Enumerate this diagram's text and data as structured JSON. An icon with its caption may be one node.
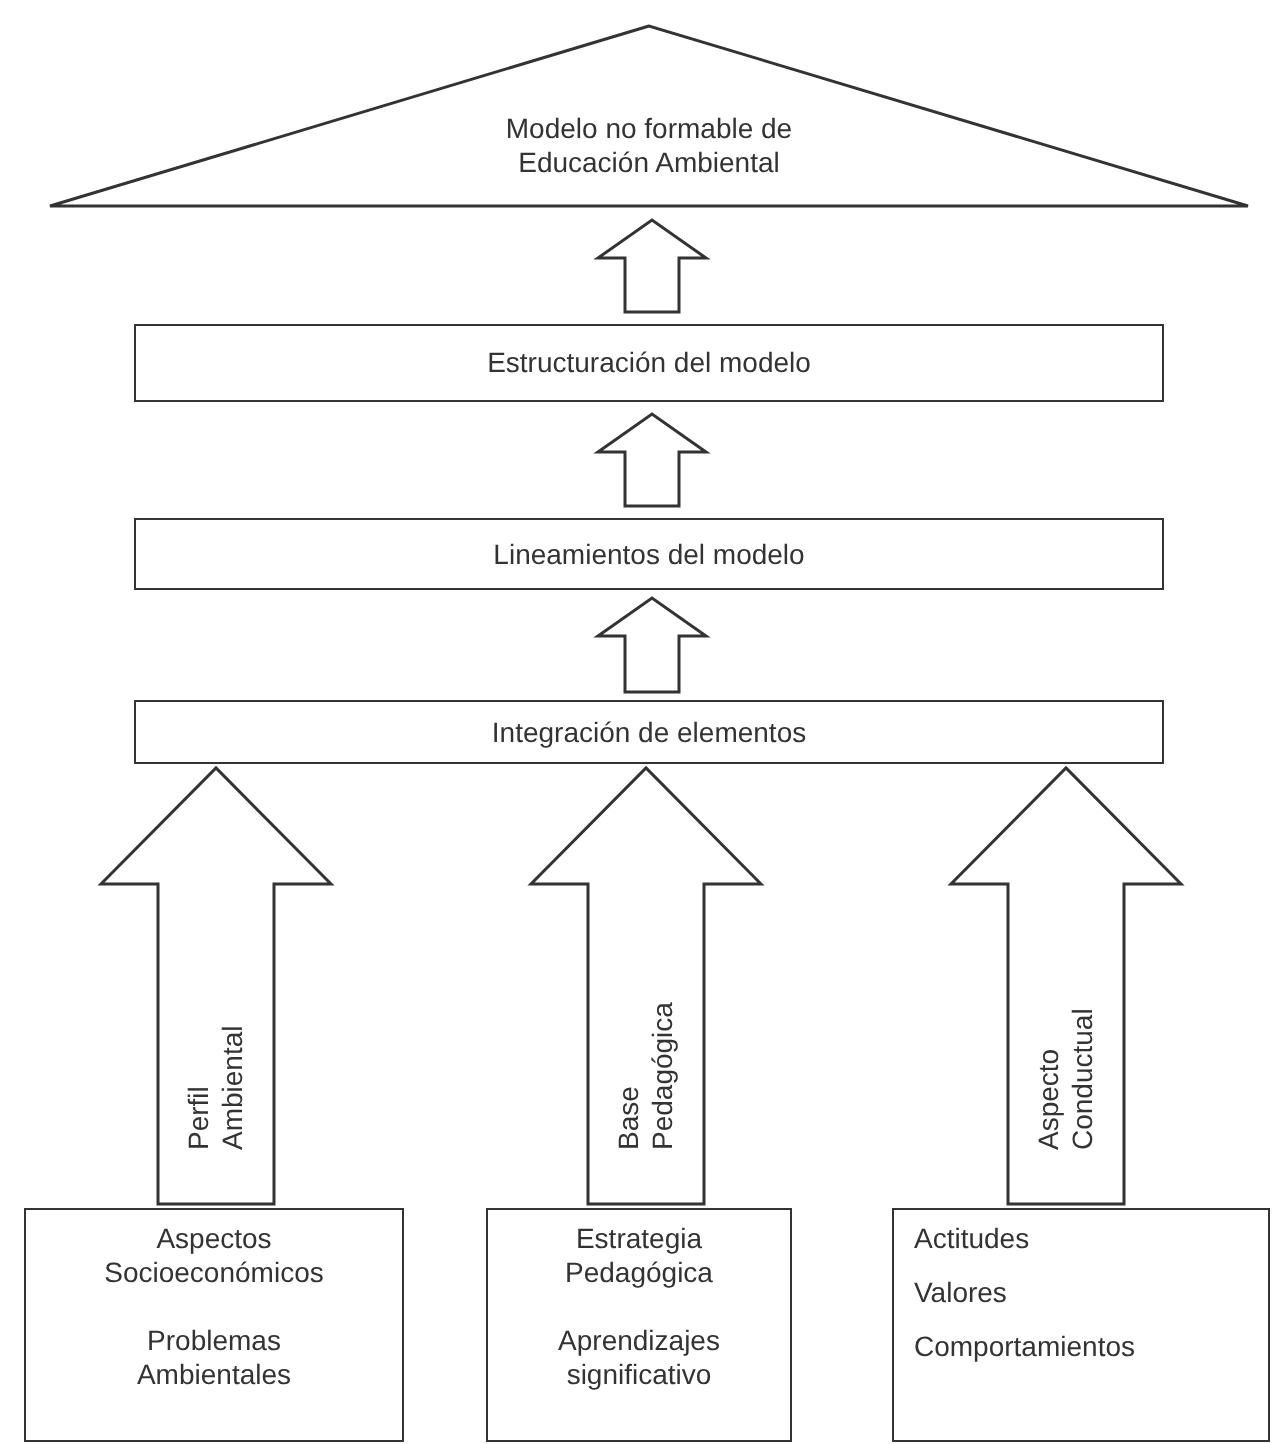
{
  "diagram": {
    "nodes": [
      {
        "text": [
          "Modelo no formable de Educación Ambiental"
        ]
      },
      {
        "text": [
          "Estructuración del modelo"
        ]
      },
      {
        "text": [
          "Lineamientos del modelo"
        ]
      },
      {
        "text": [
          "Integración de elementos"
        ]
      },
      {
        "text": [
          "Aspectos Socioeconómicos",
          "Problemas Ambientales"
        ]
      },
      {
        "text": [
          "Estrategia Pedagógica",
          "Aprendizajes significativo"
        ]
      },
      {
        "text": [
          "Actitudes",
          "Valores",
          "Comportamientos"
        ]
      }
    ],
    "edges": [
      {
        "from": 1,
        "to": 0,
        "arrow": "to"
      },
      {
        "from": 2,
        "to": 1,
        "arrow": "to"
      },
      {
        "from": 3,
        "to": 2,
        "arrow": "to"
      },
      {
        "from": 4,
        "to": 3,
        "arrow": "to",
        "label": "Perfil Ambiental"
      },
      {
        "from": 5,
        "to": 3,
        "arrow": "to",
        "label": "Base Pedagógica"
      },
      {
        "from": 6,
        "to": 3,
        "arrow": "to",
        "label": "Aspecto Conductual"
      }
    ]
  }
}
